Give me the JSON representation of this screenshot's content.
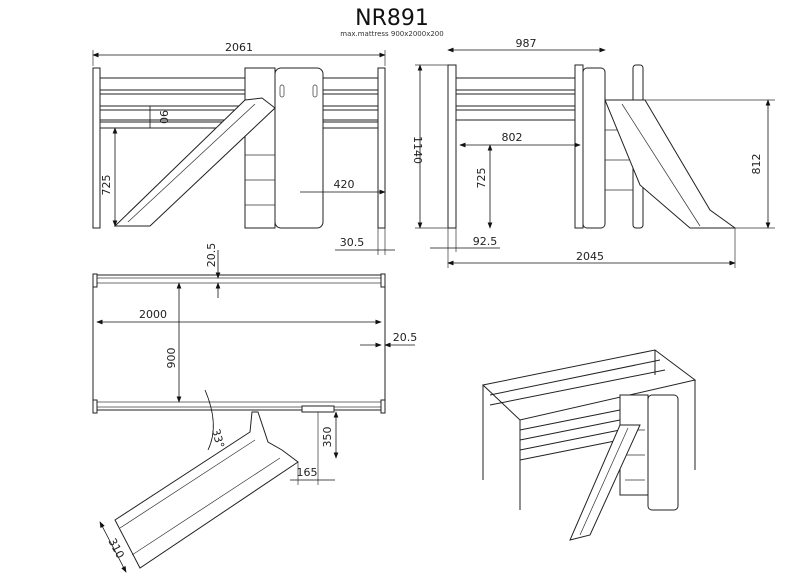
{
  "title": "NR891",
  "subtitle": "max.mattress 900x2000x200",
  "front_view": {
    "width": "2061",
    "rail_gap": "90",
    "height_under": "725",
    "tower_width": "420",
    "offset": "30.5"
  },
  "side_view": {
    "depth": "987",
    "total_height": "1140",
    "inner_width": "802",
    "height_under": "725",
    "slide_height": "812",
    "offset": "92.5",
    "total_length": "2045"
  },
  "top_view": {
    "rail_top": "20.5",
    "length": "2000",
    "width": "900",
    "rail_side": "20.5",
    "angle": "33°",
    "slide_offset": "350",
    "slide_gap": "165",
    "slide_width": "310"
  }
}
